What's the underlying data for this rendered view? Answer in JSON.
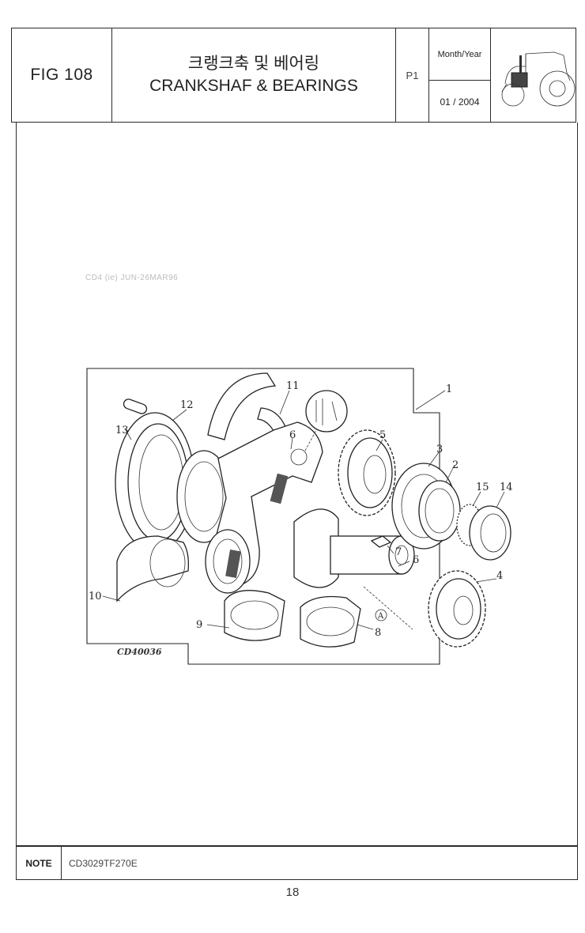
{
  "header": {
    "fig_label": "FIG 108",
    "title_ko": "크랭크축 및 베어링",
    "title_en": "CRANKSHAF & BEARINGS",
    "page": "P1",
    "date_label": "Month/Year",
    "date_value": "01 / 2004",
    "thumbnail_icon": "tractor-icon"
  },
  "stamp": "CD4 (ie)      JUN-26MAR96",
  "diagram": {
    "code": "CD40036",
    "callouts": [
      "1",
      "2",
      "3",
      "4",
      "5",
      "6",
      "6",
      "7",
      "8",
      "9",
      "10",
      "11",
      "12",
      "13",
      "14",
      "15",
      "A"
    ]
  },
  "note": {
    "label": "NOTE",
    "text": "CD3029TF270E"
  },
  "page_number": "18"
}
